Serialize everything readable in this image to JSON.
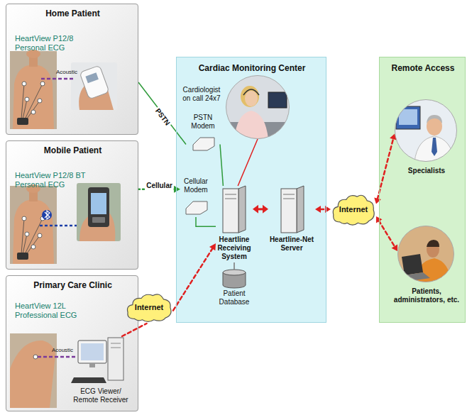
{
  "diagram": {
    "nodes": [
      {
        "text": [
          "Home Patient",
          "HeartView P12/8 Personal ECG"
        ]
      },
      {
        "text": [
          "Mobile Patient",
          "HeartView P12/8 BT Personal ECG"
        ]
      },
      {
        "text": [
          "Primary Care Clinic",
          "HeartView 12L Professional ECG"
        ]
      },
      {
        "text": [
          "ECG Viewer/ Remote Receiver"
        ],
        "in": 2
      },
      {
        "text": [
          "Cardiac Monitoring Center"
        ]
      },
      {
        "text": [
          "Cardiologist on call 24x7"
        ],
        "in": 4
      },
      {
        "text": [
          "PSTN Modem"
        ],
        "in": 4
      },
      {
        "text": [
          "Cellular Modem"
        ],
        "in": 4
      },
      {
        "text": [
          "Heartline Receiving System"
        ],
        "in": 4
      },
      {
        "text": [
          "Heartline-Net Server"
        ],
        "in": 4
      },
      {
        "text": [
          "Patient Database"
        ],
        "in": 4
      },
      {
        "text": [
          "Internet"
        ]
      },
      {
        "text": [
          "Internet"
        ]
      },
      {
        "text": [
          "Remote Access"
        ]
      },
      {
        "text": [
          "Specialists"
        ],
        "in": 13
      },
      {
        "text": [
          "Patients, administrators, etc."
        ],
        "in": 13
      }
    ],
    "edges": [
      {
        "from": 0,
        "to": 6,
        "arrow": "none",
        "label": "PSTN"
      },
      {
        "from": 1,
        "to": 7,
        "arrow": "to",
        "label": "Cellular"
      },
      {
        "from": 6,
        "to": 8,
        "arrow": "none"
      },
      {
        "from": 7,
        "to": 8,
        "arrow": "none"
      },
      {
        "from": 5,
        "to": 8,
        "arrow": "none"
      },
      {
        "from": 3,
        "to": 11,
        "arrow": "none"
      },
      {
        "from": 11,
        "to": 8,
        "arrow": "to"
      },
      {
        "from": 8,
        "to": 9,
        "arrow": "both"
      },
      {
        "from": 8,
        "to": 10,
        "arrow": "none"
      },
      {
        "from": 9,
        "to": 12,
        "arrow": "both"
      },
      {
        "from": 12,
        "to": 14,
        "arrow": "both"
      },
      {
        "from": 12,
        "to": 15,
        "arrow": "both"
      }
    ],
    "labels": [
      "Acoustic",
      "Acoustic"
    ]
  }
}
